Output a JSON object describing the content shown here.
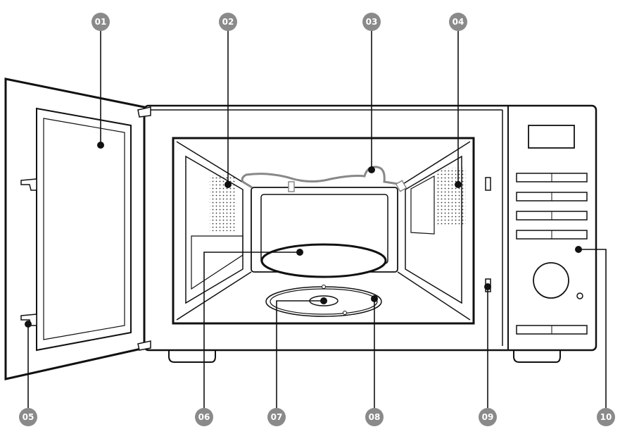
{
  "callouts": [
    {
      "id": "01"
    },
    {
      "id": "02"
    },
    {
      "id": "03"
    },
    {
      "id": "04"
    },
    {
      "id": "05"
    },
    {
      "id": "06"
    },
    {
      "id": "07"
    },
    {
      "id": "08"
    },
    {
      "id": "09"
    },
    {
      "id": "10"
    }
  ],
  "colors": {
    "outline": "#111111",
    "heater_element": "#888888",
    "callout_circle": "#8a8a8a",
    "callout_text": "#ffffff"
  }
}
